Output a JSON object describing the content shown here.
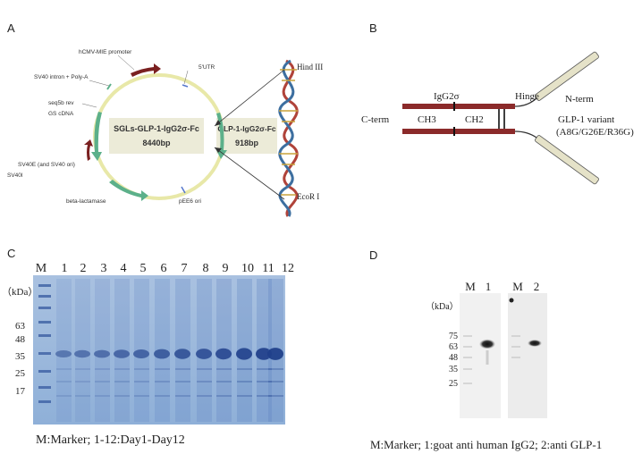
{
  "panels": {
    "a": {
      "letter": "A",
      "plasmid_name": "SGLs-GLP-1-IgG2σ-Fc",
      "plasmid_size": "8440bp",
      "insert_name": "GLP-1-IgG2σ-Fc",
      "insert_size": "918bp",
      "features": [
        "hCMV-MIE promoter",
        "5'UTR",
        "SV40 intron + Poly-A",
        "seq5b rev",
        "GS cDNA",
        "SV40E (and SV40 ori)",
        "SV40l",
        "beta-lactamase",
        "pEE6 ori"
      ],
      "sites": [
        "Hind III",
        "EcoR I"
      ]
    },
    "b": {
      "letter": "B",
      "labels": {
        "igg": "IgG2σ",
        "hinge": "Hinge",
        "nterm": "N-term",
        "cterm": "C-term",
        "ch3": "CH3",
        "ch2": "CH2",
        "glp1": "GLP-1 variant",
        "mutations": "(A8G/G26E/R36G)"
      }
    },
    "c": {
      "letter": "C",
      "lanes": [
        "M",
        "1",
        "2",
        "3",
        "4",
        "5",
        "6",
        "7",
        "8",
        "9",
        "10",
        "11",
        "12"
      ],
      "unit": "（kDa）",
      "markers": [
        "63",
        "48",
        "35",
        "25",
        "17"
      ],
      "caption": "M:Marker; 1-12:Day1-Day12",
      "band_intensity": [
        0.25,
        0.3,
        0.35,
        0.45,
        0.5,
        0.6,
        0.68,
        0.72,
        0.8,
        0.9,
        0.95,
        0.98
      ]
    },
    "d": {
      "letter": "D",
      "lanes_left": [
        "M",
        "1"
      ],
      "lanes_right": [
        "M",
        "2"
      ],
      "unit": "（kDa）",
      "markers": [
        "75",
        "63",
        "48",
        "35",
        "25"
      ],
      "caption": "M:Marker; 1:goat anti human IgG2;  2:anti GLP-1"
    }
  }
}
